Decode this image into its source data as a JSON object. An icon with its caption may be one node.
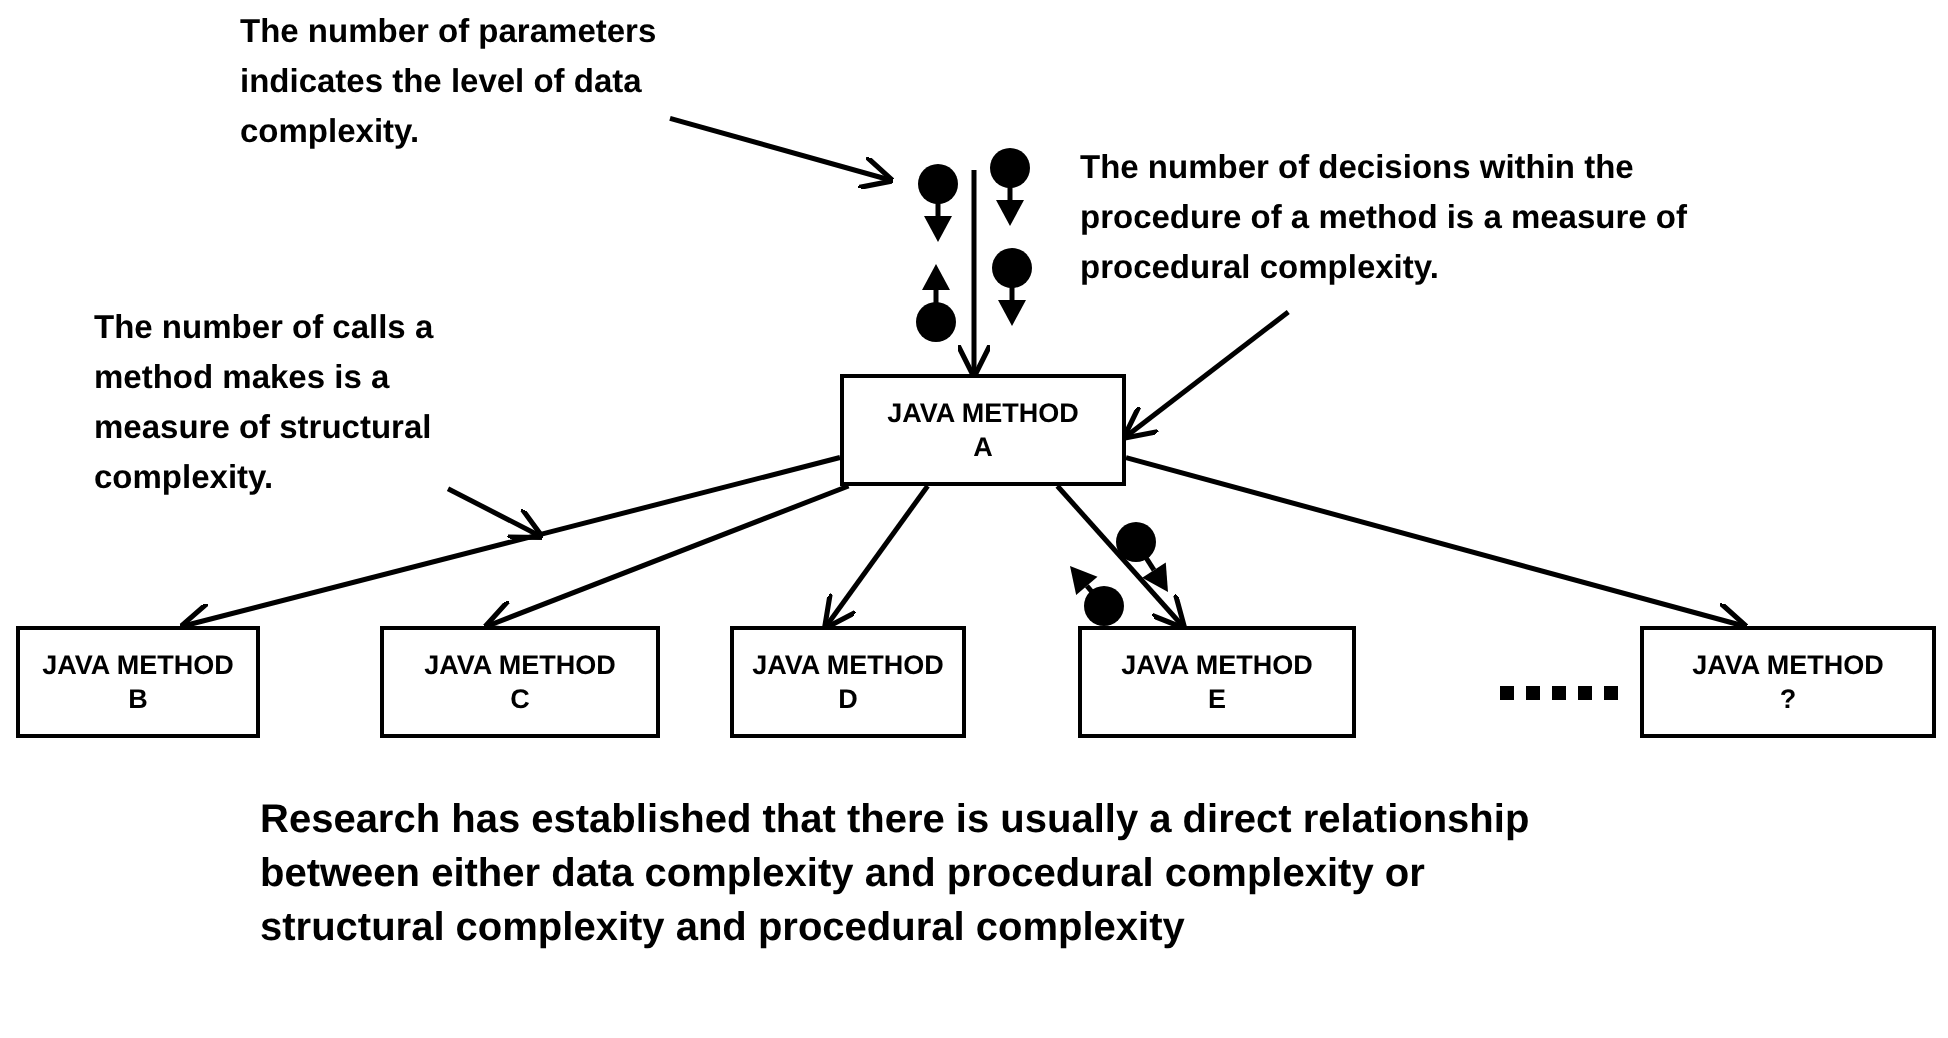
{
  "diagram": {
    "caption": "Research has established that there is usually a direct relationship between either data complexity and procedural complexity or structural complexity and procedural complexity",
    "nodes": [
      {
        "text": [
          "The number of parameters indicates the level of data complexity."
        ]
      },
      {
        "text": [
          "The number of decisions within the procedure of a method is a measure of procedural complexity."
        ]
      },
      {
        "text": [
          "The number of calls a method makes is a measure of structural complexity."
        ]
      },
      {
        "text": [
          "JAVA METHOD A"
        ]
      },
      {
        "text": [
          "JAVA METHOD B"
        ]
      },
      {
        "text": [
          "JAVA METHOD C"
        ]
      },
      {
        "text": [
          "JAVA METHOD D"
        ]
      },
      {
        "text": [
          "JAVA METHOD E"
        ]
      },
      {
        "text": [
          "JAVA METHOD ?"
        ]
      }
    ],
    "edges": [
      {
        "from": 0,
        "to": null,
        "arrow": "to"
      },
      {
        "from": 1,
        "to": 3,
        "arrow": "to"
      },
      {
        "from": 2,
        "to": null,
        "arrow": "to"
      },
      {
        "from": null,
        "to": 3,
        "arrow": "to"
      },
      {
        "from": 3,
        "to": 4,
        "arrow": "to"
      },
      {
        "from": 3,
        "to": 5,
        "arrow": "to"
      },
      {
        "from": 3,
        "to": 6,
        "arrow": "to"
      },
      {
        "from": 3,
        "to": 7,
        "arrow": "to"
      },
      {
        "from": 3,
        "to": 8,
        "arrow": "to"
      }
    ]
  }
}
